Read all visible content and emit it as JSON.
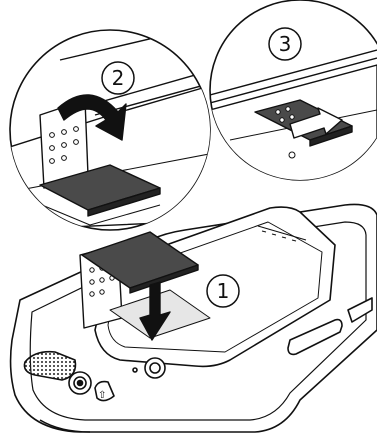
{
  "steps": [
    {
      "number": "1"
    },
    {
      "number": "2"
    },
    {
      "number": "3"
    }
  ],
  "colors": {
    "line": "#111111",
    "sim_dark": "#4a4a4a",
    "tray_light": "#e6e6e6",
    "background": "#ffffff"
  }
}
